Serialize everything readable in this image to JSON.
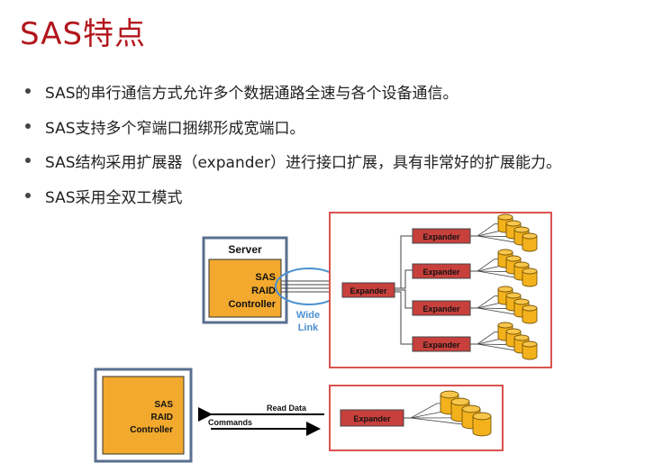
{
  "title": "SAS特点",
  "bullets": [
    "SAS的串行通信方式允许多个数据通路全速与各个设备通信。",
    "SAS支持多个窄端口捆绑形成宽端口。",
    "SAS结构采用扩展器（expander）进行接口扩展，具有非常好的扩展能力。",
    "SAS采用全双工模式"
  ],
  "diagram": {
    "server_label": "Server",
    "controller_lines": [
      "SAS",
      "RAID",
      "Controller"
    ],
    "expander_label": "Expander",
    "wide_link_lines": [
      "Wide",
      "Link"
    ],
    "read_data_label": "Read Data",
    "commands_label": "Commands",
    "colors": {
      "title_red": "#b2161c",
      "controller_fill": "#f2a92e",
      "expander_fill": "#c8403c",
      "disk_fill": "#f3b21c",
      "server_border": "#5a6f8f",
      "expander_box_border": "#d9534f",
      "wide_link": "#4a90d0"
    }
  }
}
